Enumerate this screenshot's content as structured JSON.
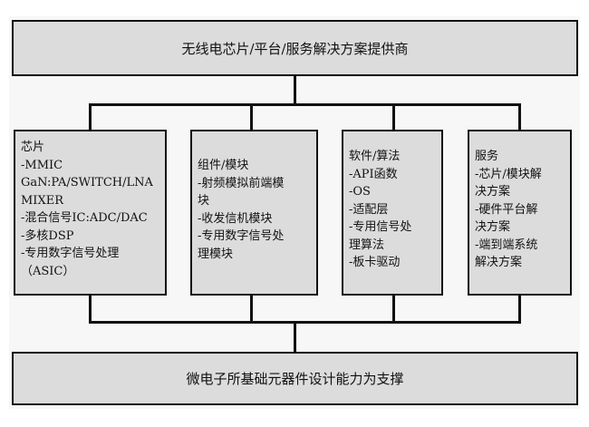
{
  "diagram": {
    "top_banner": "无线电芯片/平台/服务解决方案提供商",
    "bottom_banner": "微电子所基础元器件设计能力为支撑",
    "columns": [
      {
        "title": "芯片",
        "lines": [
          "-MMIC",
          "GaN:PA/SWITCH/LNA",
          "MIXER",
          "-混合信号IC:ADC/DAC",
          "-多核DSP",
          "-专用数字信号处理",
          "（ASIC）"
        ]
      },
      {
        "title": "组件/模块",
        "lines": [
          "-射频模拟前端模",
          "块",
          "-收发信机模块",
          "-专用数字信号处",
          "理模块"
        ]
      },
      {
        "title": "软件/算法",
        "lines": [
          "-API函数",
          "-OS",
          "-适配层",
          "-专用信号处",
          "理算法",
          "-板卡驱动"
        ]
      },
      {
        "title": "服务",
        "lines": [
          "-芯片/模块解",
          "决方案",
          "-硬件平台解",
          "决方案",
          "-端到端系统",
          "解决方案"
        ]
      }
    ],
    "colors": {
      "box_fill": "#dcdcdc",
      "line": "#111111"
    }
  }
}
